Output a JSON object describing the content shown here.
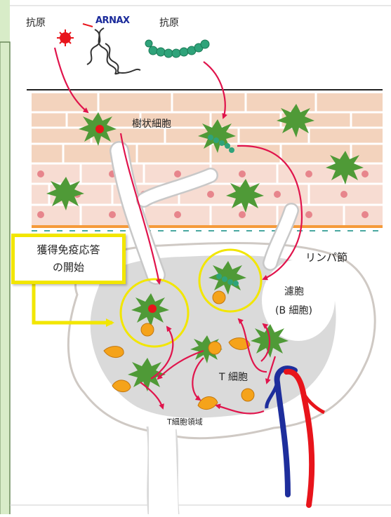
{
  "labels": {
    "antigen_left": "抗原",
    "arnax": "ARNAX",
    "antigen_right": "抗原",
    "dendritic_cell": "樹状細胞",
    "lymph_node": "リンパ節",
    "follicle": "濾胞",
    "b_cell": "(B 細胞)",
    "t_cell": "T 細胞",
    "t_cell_zone": "T細胞領域"
  },
  "callout": {
    "line1": "獲得免疫応答",
    "line2": "の開始"
  },
  "colors": {
    "frame_green": "#d8ecc8",
    "skin_outer": "#f3d3bd",
    "skin_inner": "#f7dcd2",
    "lymph_fill": "#dadada",
    "arrow_red": "#e0144c",
    "highlight_yellow": "#f2e600",
    "cell_orange": "#f5a31a",
    "dc_green": "#4f9a37",
    "vessel_red": "#e8141b",
    "vessel_blue": "#1e2e9c",
    "arnax_blue": "#1a2a9a"
  }
}
